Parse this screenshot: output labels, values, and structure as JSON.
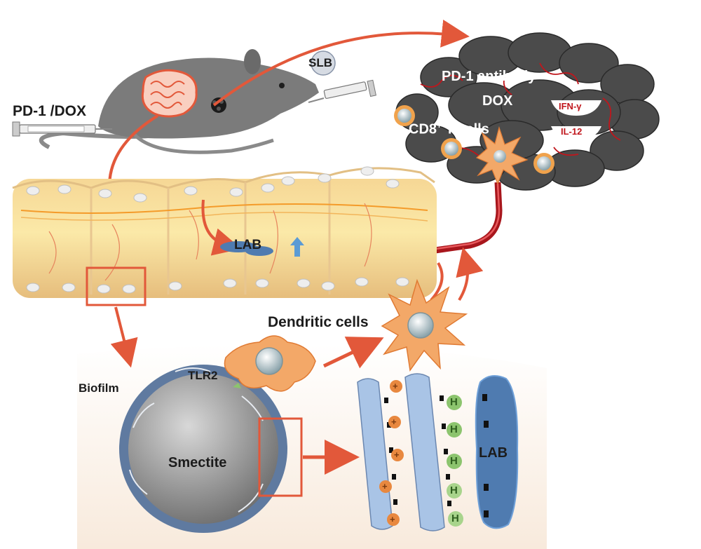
{
  "labels": {
    "slb": "SLB",
    "pd1_dox": "PD-1 /DOX",
    "pd1_antibody": "PD-1 antibody",
    "dox": "DOX",
    "cd8_main": "CD8",
    "cd8_sup": "+",
    "cd8_tail": " T cells",
    "ifn": "IFN-γ",
    "il12": "IL-12",
    "lab_gut": "LAB",
    "dendritic": "Dendritic cells",
    "tlr2": "TLR2",
    "biofilm": "Biofilm",
    "smectite": "Smectite",
    "lab_layer": "LAB",
    "plus": "+",
    "h": "H"
  },
  "colors": {
    "arrow": "#e2583a",
    "tumor": "#4a4a4a",
    "vessel": "#a8161c",
    "gut": "#f1cf8e",
    "dendritic": "#f3a868",
    "smectite": "#8c8c8c",
    "clay_layer": "#a9c4e6",
    "positive_ion": "#e8883f",
    "hydrogen": "#8cc46e",
    "lab": "#4f7bb0"
  }
}
